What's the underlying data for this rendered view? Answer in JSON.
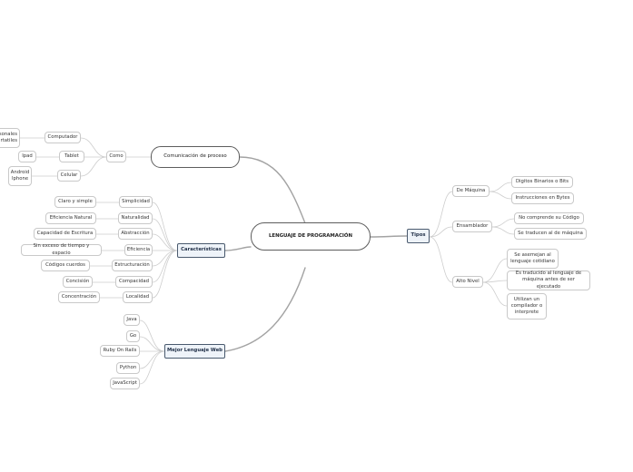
{
  "root": {
    "label": "LENGUAJE DE PROGRAMACIÓN"
  },
  "comunicacion": {
    "label": "Comunicación de proceso",
    "como": "Como",
    "computador": "Computador",
    "computador_child": "...sonales\n...rtatiles",
    "tablet": "Tablet",
    "tablet_child": "Ipad",
    "celular": "Celular",
    "celular_child": "Android\nIphone"
  },
  "caracteristicas": {
    "label": "Características",
    "items": [
      {
        "label": "Simplicidad",
        "child": "Claro y simple"
      },
      {
        "label": "Naturalidad",
        "child": "Eficiencia Natural"
      },
      {
        "label": "Abstracción",
        "child": "Capacidad de Escritura"
      },
      {
        "label": "Eficiencia",
        "child": "Sin exceso de tiempo y espacio"
      },
      {
        "label": "Estructuración",
        "child": "Códigos cuerdos"
      },
      {
        "label": "Compacidad",
        "child": "Concisión"
      },
      {
        "label": "Localidad",
        "child": "Concentración"
      }
    ]
  },
  "mejor": {
    "label": "Mejor Lenguaje Web",
    "items": [
      "Java",
      "Go",
      "Ruby On Rails",
      "Python",
      "JavaScript"
    ]
  },
  "tipos": {
    "label": "Tipos",
    "maquina": "De Máquina",
    "maquina_children": [
      "Digitos Binarios o Bits",
      "Instrucciones en Bytes"
    ],
    "ensamblador": "Ensamblador",
    "ensamblador_children": [
      "No comprende su Código",
      "Se traducen al de máquina"
    ],
    "alto": "Alto Nivel",
    "alto_children": [
      "Se asemejan al lenguaje cotidiano",
      "Es traducido al lenguaje de máquina antes de ser ejecutado",
      "Utilizan un compilador o interprete"
    ]
  },
  "colors": {
    "main_link": "#9a9a9a",
    "leaf_link": "#cfcfcf",
    "box_border": "#4a5a6e",
    "box_fill": "#eef3f9"
  }
}
